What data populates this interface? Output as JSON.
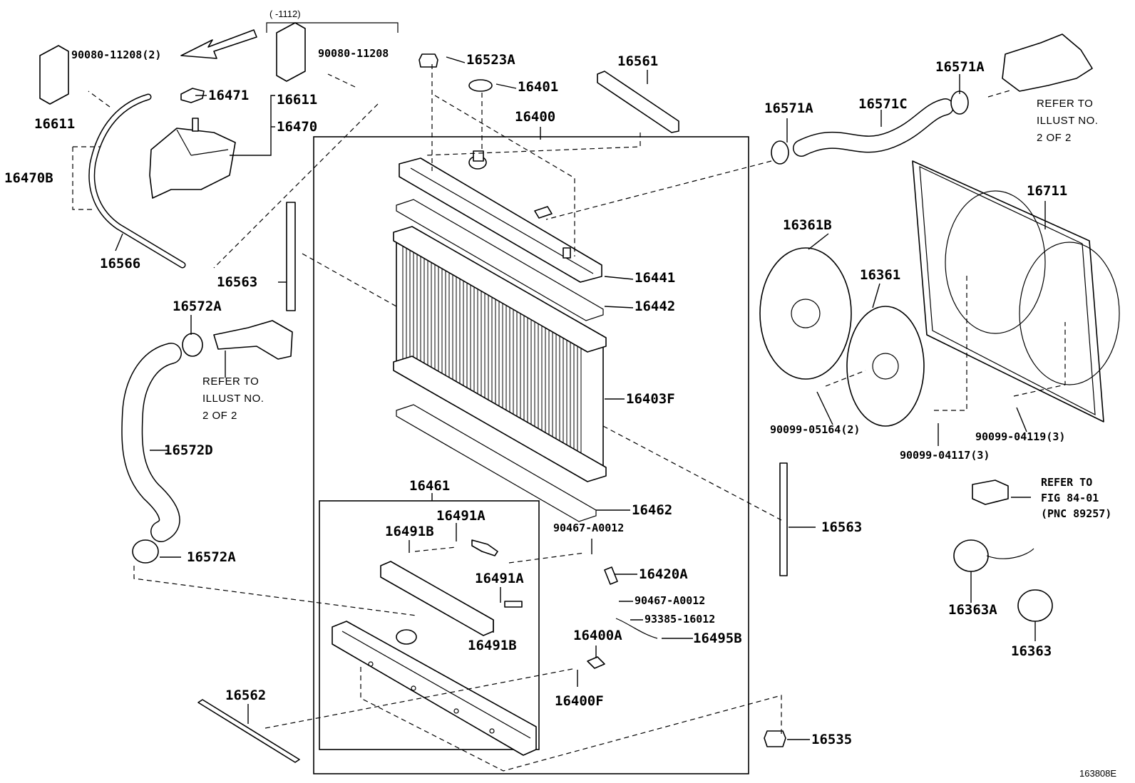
{
  "diagram": {
    "figure_id": "163808E",
    "date_range_label": "(     -1112)",
    "labels": {
      "p16611a": "16611",
      "p16611b": "16611",
      "p90080a": "90080-11208(2)",
      "p90080b": "90080-11208",
      "p16523A": "16523A",
      "p16401": "16401",
      "p16561": "16561",
      "p16400": "16400",
      "p16471": "16471",
      "p16470": "16470",
      "p16470B": "16470B",
      "p16566": "16566",
      "p16563a": "16563",
      "p16563b": "16563",
      "p16572Aa": "16572A",
      "p16572Ab": "16572A",
      "p16572D": "16572D",
      "p16441": "16441",
      "p16442": "16442",
      "p16403F": "16403F",
      "p16462": "16462",
      "p16461": "16461",
      "p16491Aa": "16491A",
      "p16491Ab": "16491A",
      "p16491Ba": "16491B",
      "p16491Bb": "16491B",
      "p90467a": "90467-A0012",
      "p90467b": "90467-A0012",
      "p16420A": "16420A",
      "p93385": "93385-16012",
      "p16495B": "16495B",
      "p16400A": "16400A",
      "p16400F": "16400F",
      "p16562": "16562",
      "p16535": "16535",
      "p16571Aa": "16571A",
      "p16571Ab": "16571A",
      "p16571C": "16571C",
      "p16711": "16711",
      "p16361B": "16361B",
      "p16361": "16361",
      "p90099_05164": "90099-05164(2)",
      "p90099_04117": "90099-04117(3)",
      "p90099_04119": "90099-04119(3)",
      "p16363A": "16363A",
      "p16363": "16363"
    },
    "notes": {
      "refer_top": [
        "REFER TO",
        "ILLUST NO.",
        "2 OF 2"
      ],
      "refer_left": [
        "REFER TO",
        "ILLUST NO.",
        "2 OF 2"
      ],
      "refer_fig": [
        "REFER TO",
        "FIG 84-01",
        "(PNC 89257)"
      ]
    }
  }
}
